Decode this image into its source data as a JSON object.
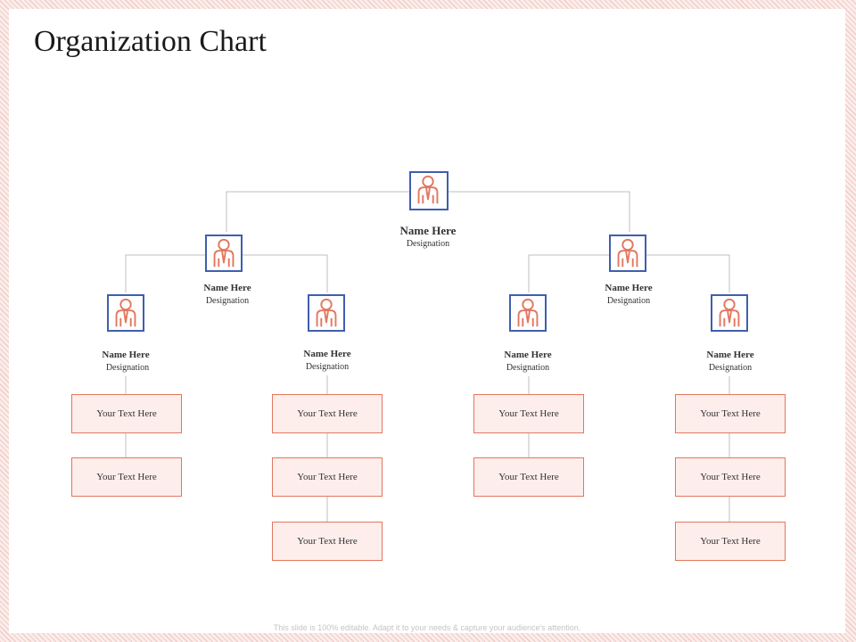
{
  "title": "Organization Chart",
  "footer": "This slide is 100% editable. Adapt it to your needs & capture your audience's attention.",
  "colors": {
    "accent": "#e2775f",
    "icon_border": "#3f5fae",
    "box_fill": "#fdeeeb",
    "connector": "#bfbfbf"
  },
  "icon": "person-icon",
  "top": {
    "name": "Name Here",
    "designation": "Designation"
  },
  "managers": [
    {
      "name": "Name Here",
      "designation": "Designation"
    },
    {
      "name": "Name Here",
      "designation": "Designation"
    }
  ],
  "leads": [
    {
      "name": "Name Here",
      "designation": "Designation",
      "boxes": [
        "Your Text Here",
        "Your Text Here"
      ]
    },
    {
      "name": "Name Here",
      "designation": "Designation",
      "boxes": [
        "Your Text Here",
        "Your Text Here",
        "Your Text Here"
      ]
    },
    {
      "name": "Name Here",
      "designation": "Designation",
      "boxes": [
        "Your Text Here",
        "Your Text Here"
      ]
    },
    {
      "name": "Name Here",
      "designation": "Designation",
      "boxes": [
        "Your Text Here",
        "Your Text Here",
        "Your Text Here"
      ]
    }
  ]
}
